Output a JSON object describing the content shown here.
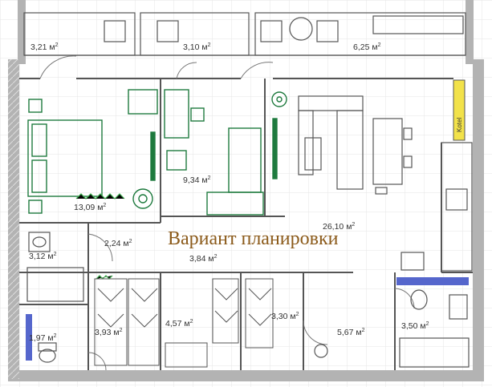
{
  "plan": {
    "title": "Вариант планировки",
    "unit": "м",
    "unit_sup": "2",
    "kotel_label": "Kotel",
    "areas": [
      "3,21",
      "3,10",
      "6,25",
      "13,09",
      "9,34",
      "26,10",
      "2,24",
      "3,84",
      "3,12",
      "1,97",
      "3,93",
      "4,57",
      "3,30",
      "5,67",
      "3,50"
    ]
  },
  "colors": {
    "wall": "#b3b3b3",
    "line": "#555555",
    "furniture": "#1e7a3e",
    "title": "#8b5a1a",
    "yellow": "#f2e24a",
    "blue": "#5566cc"
  }
}
